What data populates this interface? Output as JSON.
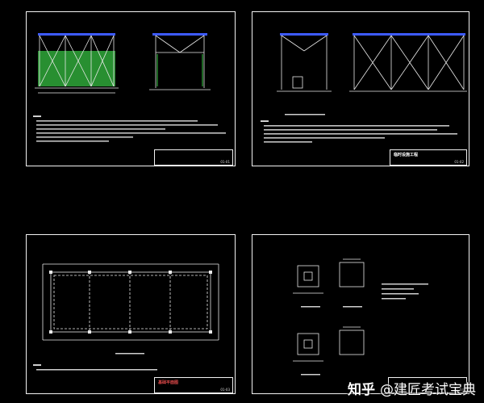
{
  "watermark": {
    "brand": "知乎",
    "author": "@建匠考试宝典"
  },
  "sheets": [
    {
      "id": "s1",
      "title_block": {
        "title": "",
        "sheet_no": "01-01"
      }
    },
    {
      "id": "s2",
      "title_block": {
        "title": "临时设施工程",
        "sheet_no": "01-02"
      }
    },
    {
      "id": "s3",
      "title_block": {
        "title": "基础平面图",
        "sheet_no": "01-03"
      }
    },
    {
      "id": "s4",
      "title_block": {
        "title": "",
        "sheet_no": "01-04"
      }
    }
  ],
  "colors": {
    "border": "#f2f2f2",
    "beam": "#3d5bff",
    "netting": "#2fa83a",
    "structure": "#e8e8e8",
    "text": "#dddddd"
  }
}
